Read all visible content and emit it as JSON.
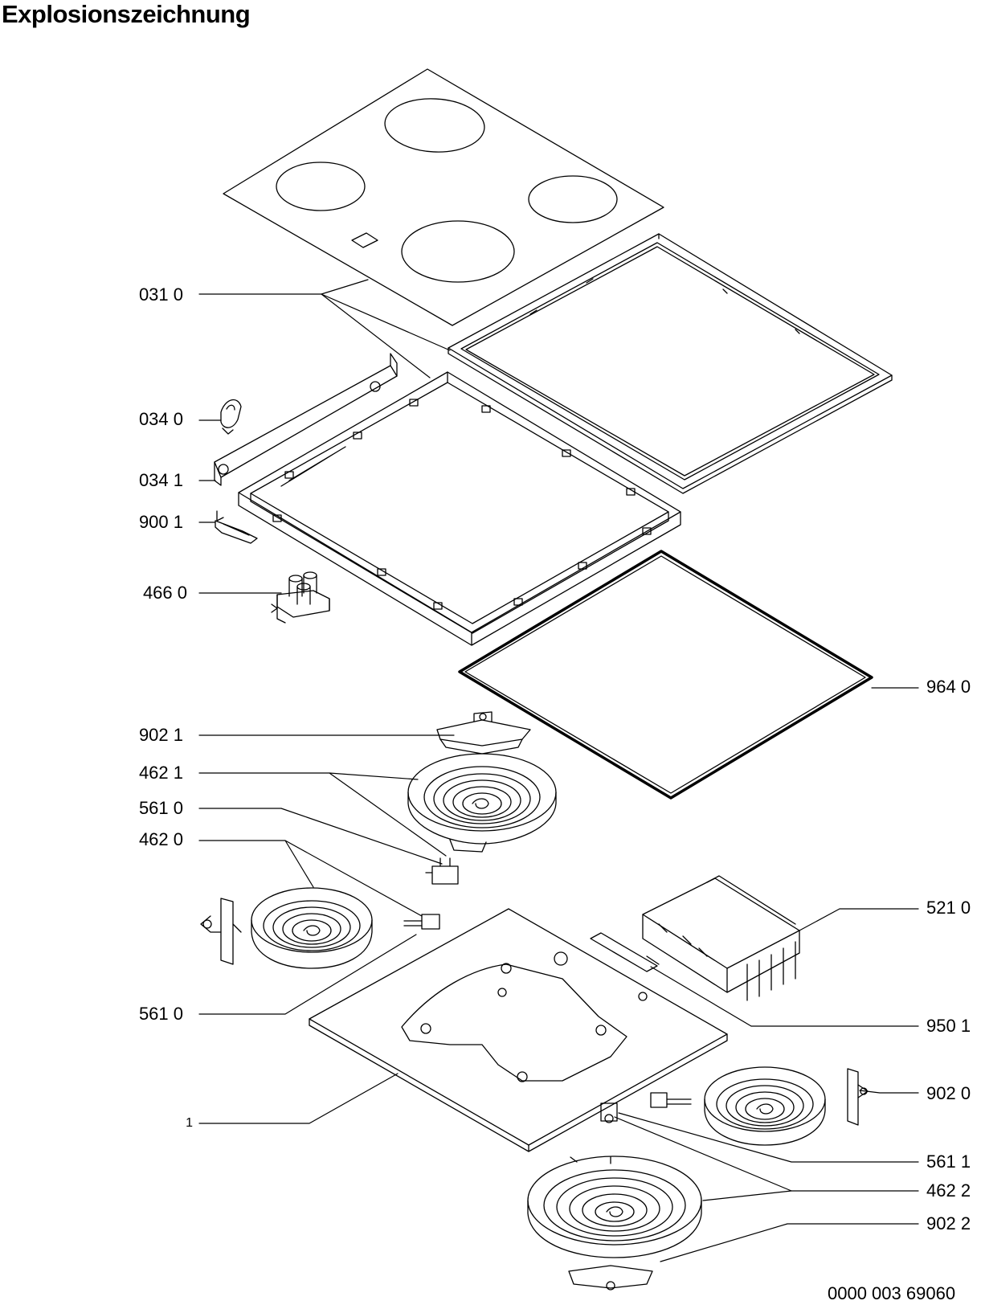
{
  "title": "Explosionszeichnung",
  "document_number": "0000 003 69060",
  "labels_left": [
    "031 0",
    "034 0",
    "034 1",
    "900 1",
    "466 0",
    "902 1",
    "462 1",
    "561 0",
    "462 0",
    "561 0",
    "1"
  ],
  "labels_right": [
    "964 0",
    "521 0",
    "950 1",
    "902 0",
    "561 1",
    "462 2",
    "902 2"
  ]
}
